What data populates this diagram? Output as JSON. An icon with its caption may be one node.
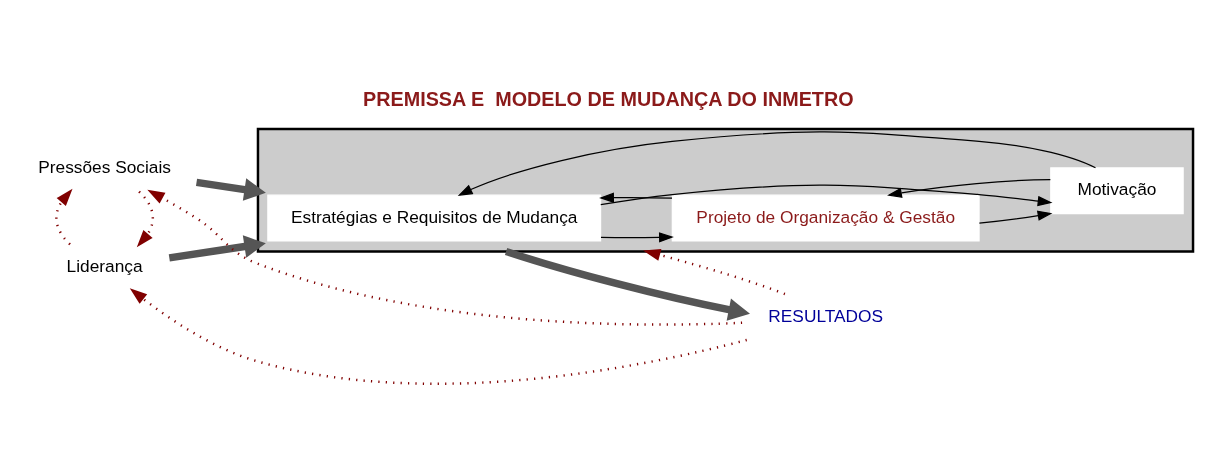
{
  "diagram": {
    "title": "PREMISSA E  MODELO DE MUDANÇA DO INMETRO",
    "nodes": [
      {
        "text": [
          "Pressões Sociais"
        ]
      },
      {
        "text": [],
        "shape": "box"
      },
      {
        "text": [
          "Estratégias e Requisitos de Mudança"
        ],
        "in": 1
      },
      {
        "text": [
          "Projeto de Organização & Gestão"
        ],
        "in": 1
      },
      {
        "text": [
          "Motivação"
        ],
        "in": 1
      },
      {
        "text": [
          "Liderança"
        ]
      },
      {
        "text": [
          "RESULTADOS"
        ]
      }
    ],
    "edges": [
      {
        "from": 0,
        "to": 1,
        "arrow": "to",
        "style": "thick"
      },
      {
        "from": 5,
        "to": 1,
        "arrow": "to",
        "style": "thick"
      },
      {
        "from": 1,
        "to": 6,
        "arrow": "to",
        "style": "thick"
      },
      {
        "from": 2,
        "to": 3,
        "arrow": "to"
      },
      {
        "from": 3,
        "to": 2,
        "arrow": "to"
      },
      {
        "from": 2,
        "to": 4,
        "arrow": "to"
      },
      {
        "from": 4,
        "to": 2,
        "arrow": "to"
      },
      {
        "from": 3,
        "to": 4,
        "arrow": "to"
      },
      {
        "from": 4,
        "to": 3,
        "arrow": "to"
      },
      {
        "from": 0,
        "to": 5,
        "arrow": "to",
        "style": "dashed",
        "color": "#800000"
      },
      {
        "from": 5,
        "to": 0,
        "arrow": "to",
        "style": "dashed",
        "color": "#800000"
      },
      {
        "from": 6,
        "to": 0,
        "arrow": "to",
        "style": "dashed",
        "color": "#800000"
      },
      {
        "from": 6,
        "to": 5,
        "arrow": "to",
        "style": "dashed",
        "color": "#800000"
      },
      {
        "from": 6,
        "to": 1,
        "arrow": "to",
        "style": "dashed",
        "color": "#800000"
      }
    ]
  }
}
